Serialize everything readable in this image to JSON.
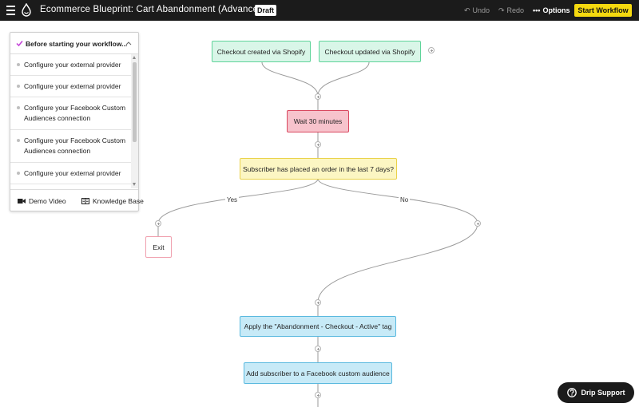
{
  "header": {
    "title": "Ecommerce Blueprint: Cart Abandonment (Advanced)",
    "status_badge": "Draft",
    "undo_label": "Undo",
    "redo_label": "Redo",
    "options_label": "Options",
    "start_label": "Start Workflow",
    "icons": [
      "menu-icon",
      "drip-logo-icon",
      "undo-icon",
      "redo-icon",
      "more-dots-icon"
    ]
  },
  "checklist": {
    "title": "Before starting your workflow...",
    "items": [
      {
        "label": "Configure your external provider"
      },
      {
        "label": "Configure your external provider"
      },
      {
        "label": "Configure your Facebook Custom Audiences connection"
      },
      {
        "label": "Configure your Facebook Custom Audiences connection"
      },
      {
        "label": "Configure your external provider"
      }
    ],
    "footer": {
      "demo_label": "Demo Video",
      "kb_label": "Knowledge Base"
    },
    "icons": [
      "checkmark-icon",
      "chevron-up-icon",
      "video-camera-icon",
      "book-icon"
    ]
  },
  "workflow": {
    "triggers": [
      {
        "label": "Checkout created via Shopify"
      },
      {
        "label": "Checkout updated via Shopify"
      }
    ],
    "delay": {
      "label": "Wait 30 minutes"
    },
    "decision": {
      "label": "Subscriber has placed an order in the last 7 days?",
      "yes_label": "Yes",
      "no_label": "No"
    },
    "exit": {
      "label": "Exit"
    },
    "actions": [
      {
        "label": "Apply the \"Abandonment - Checkout - Active\" tag"
      },
      {
        "label": "Add subscriber to a Facebook custom audience"
      }
    ]
  },
  "support": {
    "label": "Drip Support",
    "icon": "question-circle-icon"
  },
  "colors": {
    "topbar": "#1b1b1b",
    "start_button": "#f5d90f",
    "trigger_fill": "#d9f6e8",
    "trigger_border": "#5fd49a",
    "delay_fill": "#f7c3cc",
    "delay_border": "#d9475f",
    "decision_fill": "#fcf6c3",
    "decision_border": "#ead24a",
    "action_fill": "#c7eaf7",
    "action_border": "#5ab9df",
    "checklist_check": "#c43fd8"
  }
}
